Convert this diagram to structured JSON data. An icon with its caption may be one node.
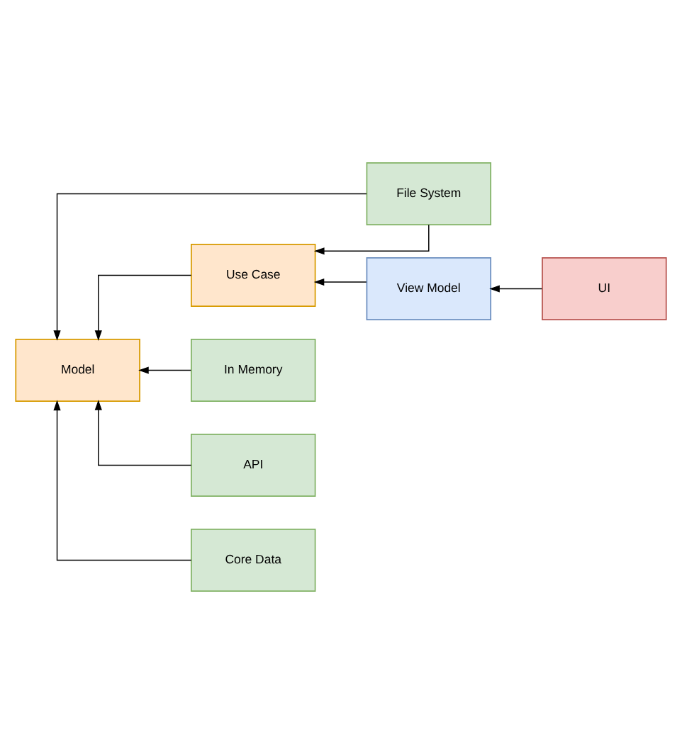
{
  "diagram": {
    "nodes": [
      {
        "text": [
          "File System"
        ]
      },
      {
        "text": [
          "In Memory"
        ]
      },
      {
        "text": [
          "API"
        ]
      },
      {
        "text": [
          "Core Data"
        ]
      },
      {
        "text": [
          "UI"
        ]
      },
      {
        "text": [
          "Model"
        ]
      },
      {
        "text": [
          "Use Case"
        ]
      },
      {
        "text": [
          "View Model"
        ]
      }
    ],
    "edges": [
      {
        "from": 0,
        "to": 5,
        "arrow": "to"
      },
      {
        "from": 0,
        "to": 6,
        "arrow": "to"
      },
      {
        "from": 1,
        "to": 5,
        "arrow": "to"
      },
      {
        "from": 2,
        "to": 5,
        "arrow": "to"
      },
      {
        "from": 3,
        "to": 5,
        "arrow": "to"
      },
      {
        "from": 4,
        "to": 7,
        "arrow": "to"
      },
      {
        "from": 7,
        "to": 6,
        "arrow": "to"
      },
      {
        "from": 6,
        "to": 5,
        "arrow": "to"
      }
    ]
  }
}
